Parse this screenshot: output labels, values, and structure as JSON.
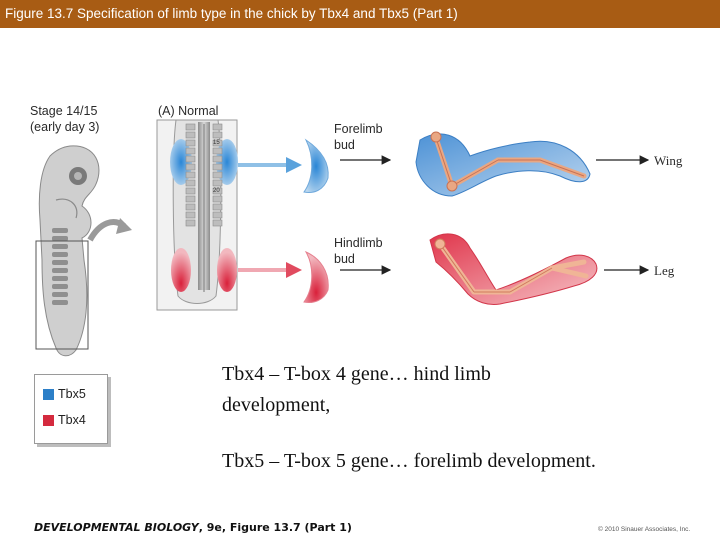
{
  "header": {
    "title": "Figure 13.7 Specification of limb type in the chick by Tbx4 and Tbx5 (Part 1)"
  },
  "figure": {
    "stage_label_1": "Stage 14/15",
    "stage_label_2": "(early day 3)",
    "panel_label": "(A)  Normal",
    "somite_15": "15",
    "somite_20": "20",
    "forelimb_1": "Forelimb",
    "forelimb_2": "bud",
    "hindlimb_1": "Hindlimb",
    "hindlimb_2": "bud",
    "wing": "Wing",
    "leg": "Leg",
    "colors": {
      "tbx5": "#2c7fc8",
      "tbx4": "#d42a3e",
      "title_bg": "#a85c14"
    }
  },
  "legend": {
    "items": [
      {
        "label": "Tbx5",
        "color": "#2c7fc8"
      },
      {
        "label": "Tbx4",
        "color": "#d42a3e"
      }
    ]
  },
  "notes": {
    "line1": "Tbx4 – T-box 4 gene…  hind limb",
    "line2": "development,",
    "line3": "Tbx5 – T-box 5 gene… forelimb development."
  },
  "footer": {
    "book_title": "DEVELOPMENTAL BIOLOGY",
    "edition": ", 9e, Figure 13.7 (Part 1)",
    "copyright": "© 2010 Sinauer Associates, Inc."
  }
}
